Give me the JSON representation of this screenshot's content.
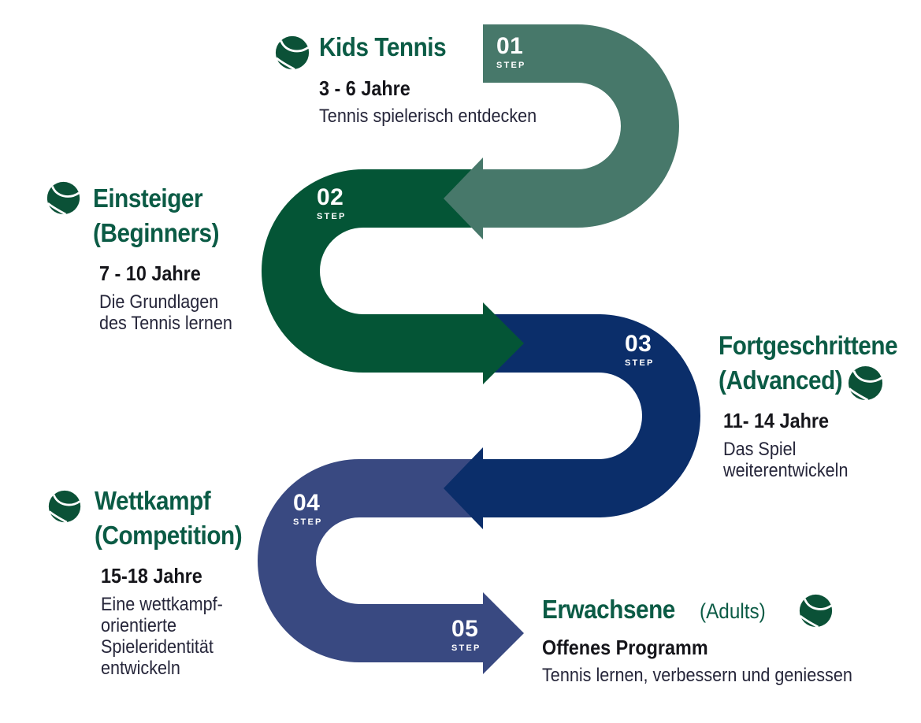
{
  "colors": {
    "step1_sage": "#47786A",
    "step2_green": "#045536",
    "step3_navy": "#0B2E6A",
    "step4_slate": "#394981",
    "heading_green": "#0B5B45",
    "ball_green": "#0B5137",
    "subheading_text": "#15151A",
    "body_text": "#26263A"
  },
  "steps": [
    {
      "number": "01",
      "step_word": "STEP",
      "title": "Kids Tennis",
      "subtitle": "",
      "subheading": "3 - 6 Jahre",
      "description": [
        "Tennis spielerisch entdecken"
      ]
    },
    {
      "number": "02",
      "step_word": "STEP",
      "title": "Einsteiger",
      "subtitle": "(Beginners)",
      "subheading": "7 - 10 Jahre",
      "description": [
        "Die Grundlagen",
        "des Tennis lernen"
      ]
    },
    {
      "number": "03",
      "step_word": "STEP",
      "title": "Fortgeschrittene",
      "subtitle": "(Advanced)",
      "subheading": "11- 14 Jahre",
      "description": [
        "Das Spiel",
        "weiterentwickeln"
      ]
    },
    {
      "number": "04",
      "step_word": "STEP",
      "title": "Wettkampf",
      "subtitle": "(Competition)",
      "subheading": "15-18 Jahre",
      "description": [
        "Eine wettkampf-",
        "orientierte",
        "Spieleridentität",
        "entwickeln"
      ]
    },
    {
      "number": "05",
      "step_word": "STEP",
      "title": "Erwachsene",
      "subtitle": "(Adults)",
      "subheading": "Offenes Programm",
      "description": [
        "Tennis lernen, verbessern und geniessen"
      ]
    }
  ]
}
